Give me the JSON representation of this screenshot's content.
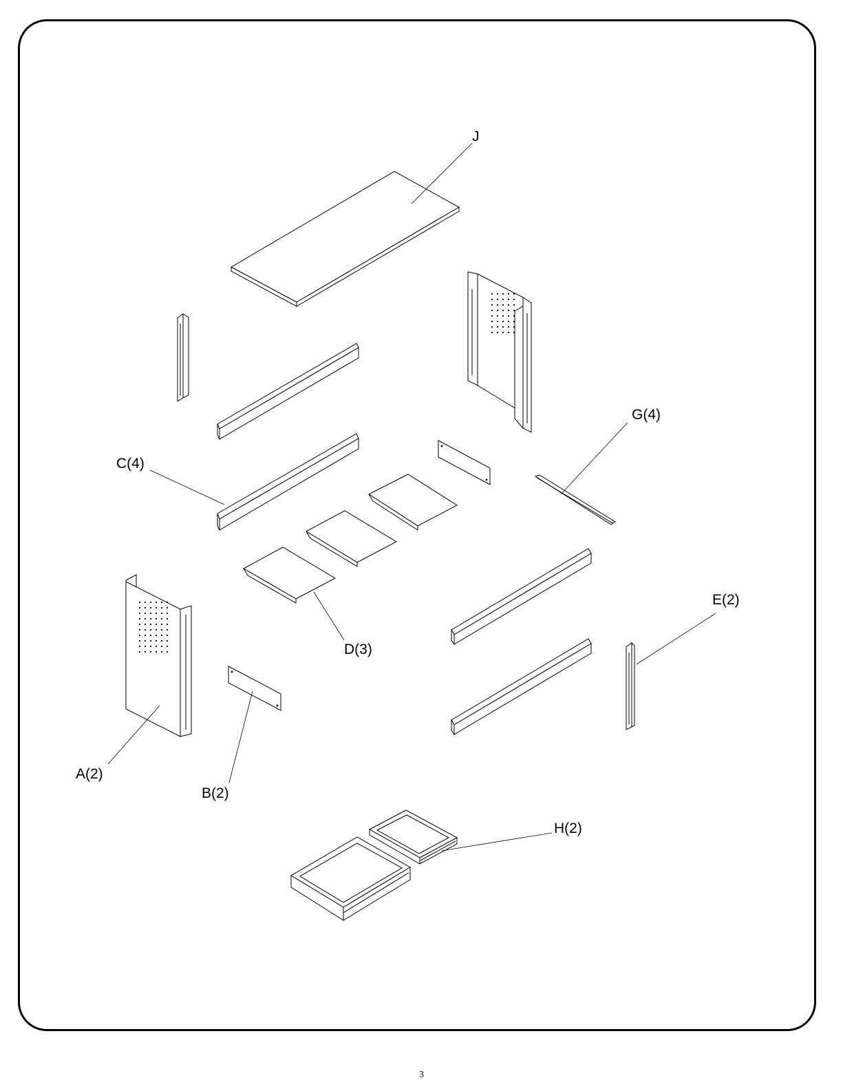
{
  "parts": [
    {
      "id": "J",
      "label": "J"
    },
    {
      "id": "G",
      "label": "G(4)"
    },
    {
      "id": "C",
      "label": "C(4)"
    },
    {
      "id": "E",
      "label": "E(2)"
    },
    {
      "id": "D",
      "label": "D(3)"
    },
    {
      "id": "A",
      "label": "A(2)"
    },
    {
      "id": "B",
      "label": "B(2)"
    },
    {
      "id": "H",
      "label": "H(2)"
    }
  ],
  "page_number": "3"
}
